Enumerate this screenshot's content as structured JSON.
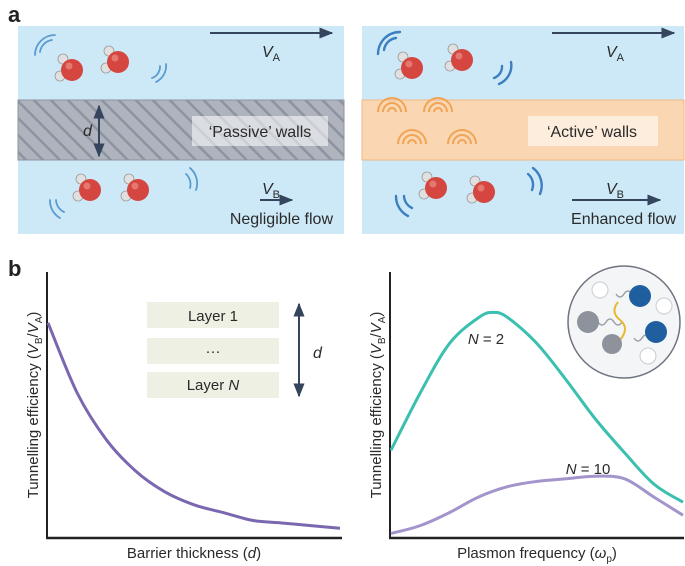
{
  "panel_a": {
    "letter": "a",
    "left": {
      "top_velocity": "V",
      "top_velocity_sub": "A",
      "thickness": "d",
      "wall_label": "‘Passive’ walls",
      "bottom_velocity": "V",
      "bottom_velocity_sub": "B",
      "flow_label": "Negligible flow"
    },
    "right": {
      "top_velocity": "V",
      "top_velocity_sub": "A",
      "wall_label": "‘Active’ walls",
      "bottom_velocity": "V",
      "bottom_velocity_sub": "B",
      "flow_label": "Enhanced flow"
    }
  },
  "panel_b": {
    "letter": "b",
    "left_chart": {
      "ylabel": {
        "pre": "Tunnelling efficiency (",
        "v1": "V",
        "s1": "B",
        "slash": "/",
        "v2": "V",
        "s2": "A",
        "post": ")"
      },
      "xlabel": {
        "pre": "Barrier thickness (",
        "var": "d",
        "post": ")"
      },
      "layers": [
        {
          "pre": "Layer 1",
          "var": ""
        },
        {
          "pre": "···",
          "var": ""
        },
        {
          "pre": "Layer ",
          "var": "N"
        }
      ],
      "stack_label": "d"
    },
    "right_chart": {
      "ylabel": {
        "pre": "Tunnelling efficiency (",
        "v1": "V",
        "s1": "B",
        "slash": "/",
        "v2": "V",
        "s2": "A",
        "post": ")"
      },
      "xlabel": {
        "pre": "Plasmon frequency (",
        "var": "ω",
        "sub": "p",
        "post": ")"
      },
      "curve_labels": [
        {
          "var": "N",
          "rest": " = 2"
        },
        {
          "var": "N",
          "rest": " = 10"
        }
      ]
    }
  },
  "colors": {
    "water": "#cde9f7",
    "passive_wall": "#a9aeb9",
    "active_wall": "#fad7b2",
    "arc_orange": "#f0a556",
    "arc_blue": "#3c7fc0",
    "arrow": "#34455d",
    "curve_purple": "#7b67b0",
    "curve_teal": "#3bbfae",
    "curve_lilac": "#a394cc",
    "oxygen": "#d4463f",
    "hydrogen": "#dcdcdc"
  },
  "chart_data": [
    {
      "type": "line",
      "title": "",
      "xlabel": "Barrier thickness (d)",
      "ylabel": "Tunnelling efficiency (VB/VA)",
      "series": [
        {
          "name": "",
          "x": [
            0,
            0.1,
            0.2,
            0.3,
            0.4,
            0.5,
            0.6,
            0.7,
            0.8,
            0.9,
            1.0
          ],
          "y": [
            0.82,
            0.55,
            0.37,
            0.25,
            0.17,
            0.12,
            0.09,
            0.06,
            0.05,
            0.04,
            0.03
          ]
        }
      ]
    },
    {
      "type": "line",
      "title": "",
      "xlabel": "Plasmon frequency (ωp)",
      "ylabel": "Tunnelling efficiency (VB/VA)",
      "series": [
        {
          "name": "N = 2",
          "x": [
            0,
            0.1,
            0.2,
            0.3,
            0.35,
            0.4,
            0.5,
            0.6,
            0.7,
            0.8,
            0.9,
            1.0
          ],
          "y": [
            0.33,
            0.55,
            0.74,
            0.84,
            0.86,
            0.84,
            0.74,
            0.6,
            0.45,
            0.32,
            0.2,
            0.13
          ]
        },
        {
          "name": "N = 10",
          "x": [
            0,
            0.1,
            0.2,
            0.3,
            0.4,
            0.5,
            0.6,
            0.7,
            0.8,
            0.9,
            1.0
          ],
          "y": [
            0.01,
            0.04,
            0.09,
            0.15,
            0.19,
            0.21,
            0.22,
            0.23,
            0.22,
            0.15,
            0.08
          ]
        }
      ]
    }
  ]
}
